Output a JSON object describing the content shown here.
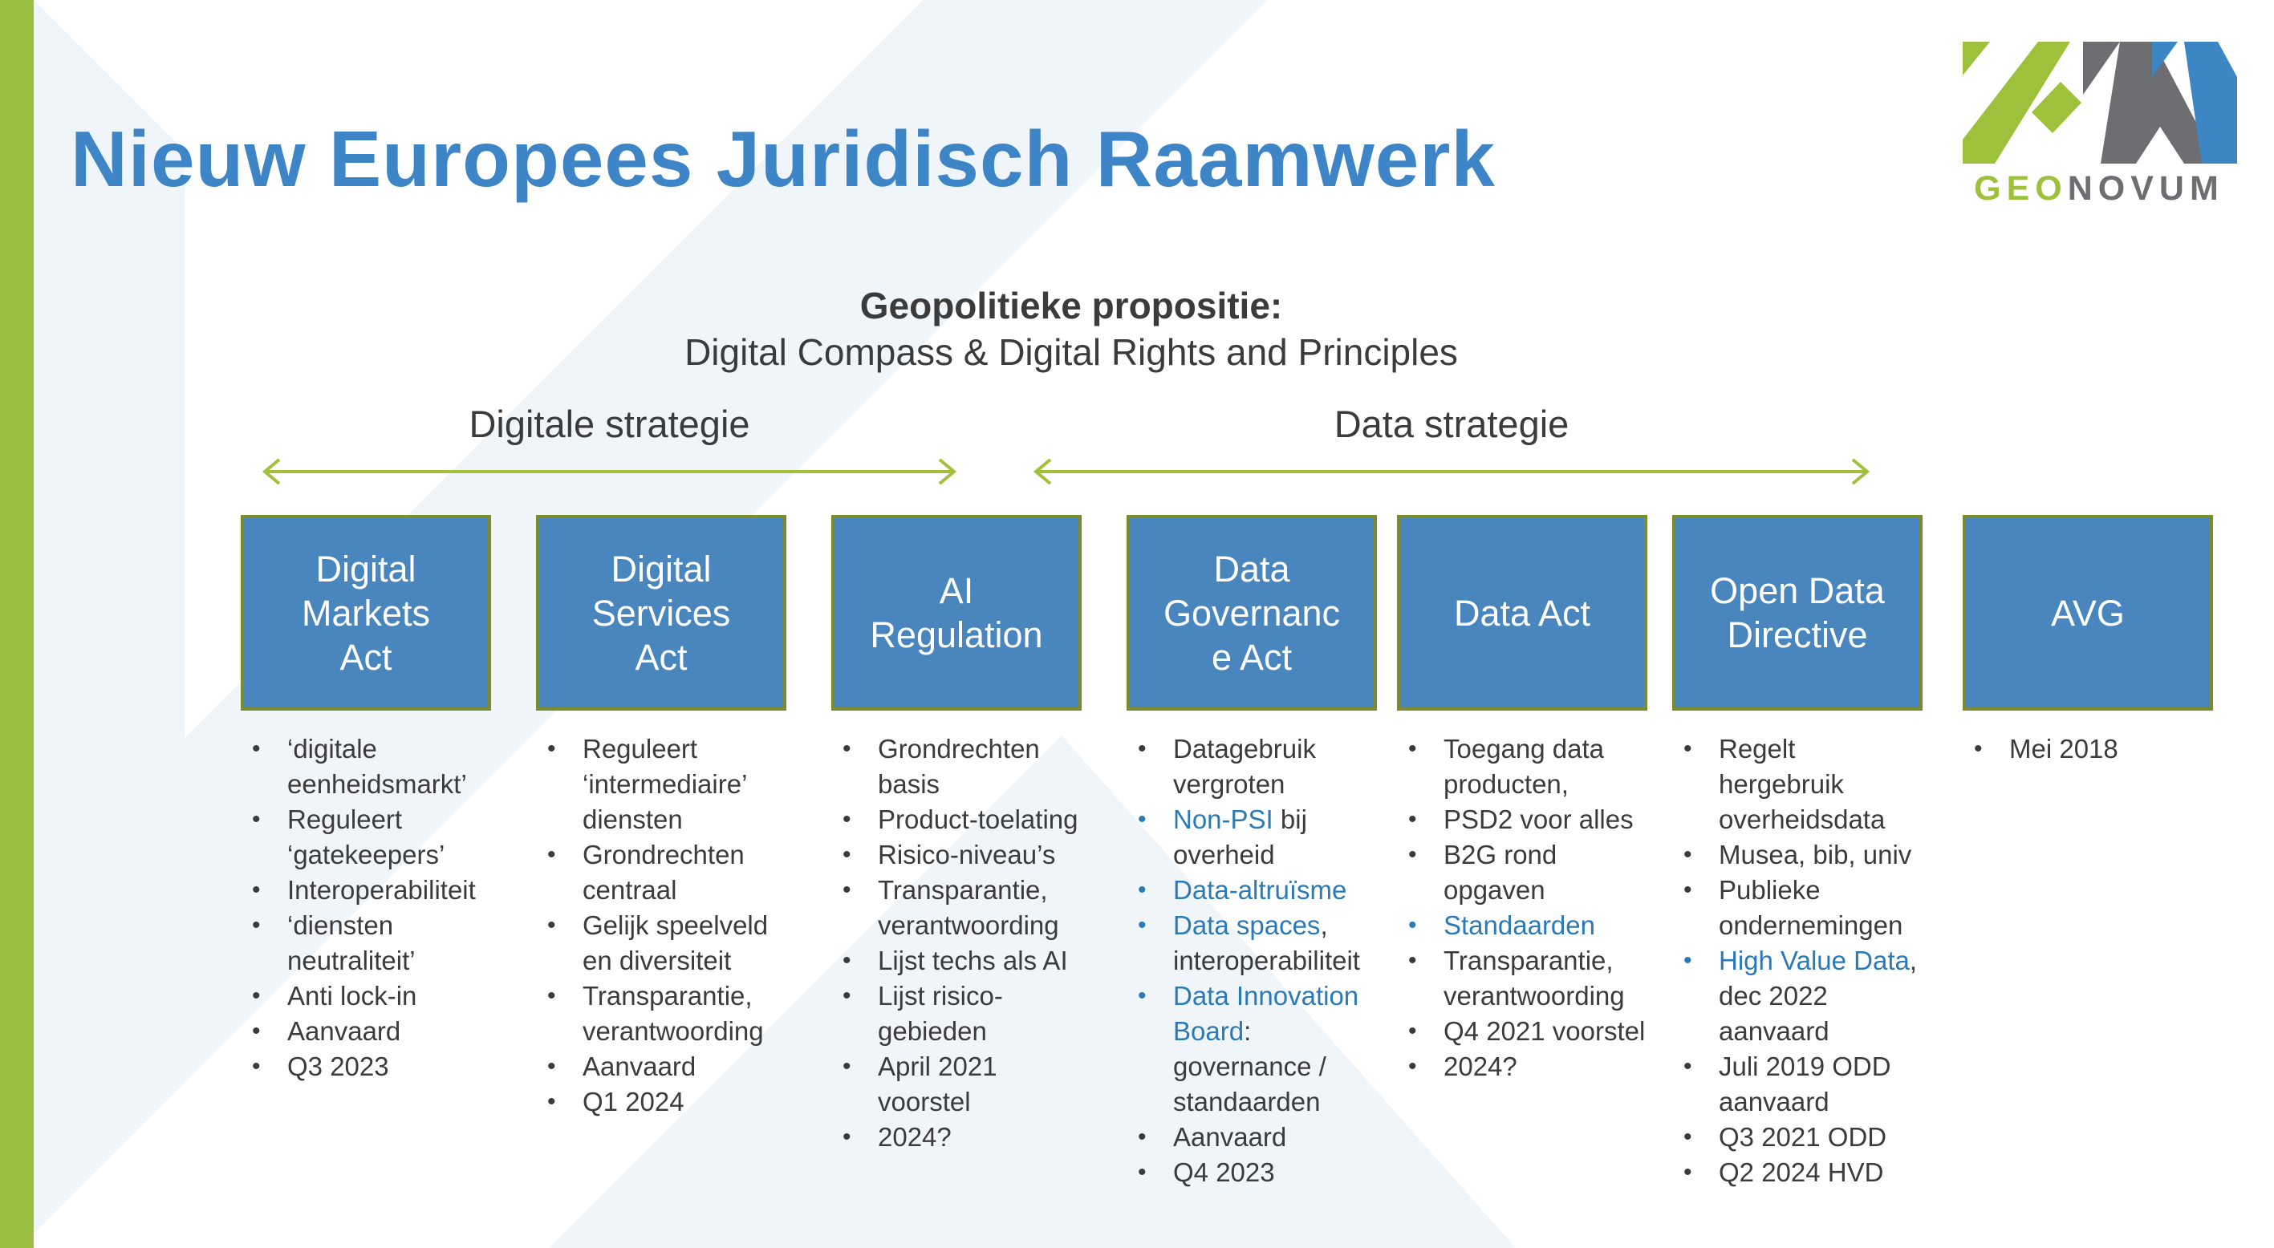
{
  "slide": {
    "title": "Nieuw Europees Juridisch Raamwerk",
    "subtitle_bold": "Geopolitieke propositie:",
    "subtitle": "Digital Compass & Digital Rights and Principles"
  },
  "logo": {
    "geo": "GEO",
    "novum": "NOVUM"
  },
  "strategies": [
    {
      "label": "Digitale strategie"
    },
    {
      "label": "Data strategie"
    }
  ],
  "colors": {
    "title_blue": "#3d85c6",
    "box_fill": "#4a86be",
    "box_border": "#7a8c2e",
    "arrow_green": "#a2c03c",
    "bar_green": "#9abf40",
    "logo_green": "#9dc13b",
    "logo_gray": "#6d6e71",
    "text_dark": "#3b3b3b",
    "text_blue": "#2b7ab8",
    "bg_shape": "#f0f5fa"
  },
  "columns": [
    {
      "id": "digital-markets-act",
      "header_lines": [
        "Digital",
        "Markets",
        "Act"
      ],
      "bullets": [
        {
          "marker": "dark",
          "segments": [
            {
              "style": "dark",
              "text": "‘digitale eenheidsmarkt’"
            }
          ]
        },
        {
          "marker": "dark",
          "segments": [
            {
              "style": "dark",
              "text": "Reguleert ‘gatekeepers’"
            }
          ]
        },
        {
          "marker": "dark",
          "segments": [
            {
              "style": "dark",
              "text": "Interoperabiliteit"
            }
          ]
        },
        {
          "marker": "dark",
          "segments": [
            {
              "style": "dark",
              "text": "‘diensten neutraliteit’"
            }
          ]
        },
        {
          "marker": "dark",
          "segments": [
            {
              "style": "dark",
              "text": "Anti lock-in"
            }
          ]
        },
        {
          "marker": "dark",
          "segments": [
            {
              "style": "dark",
              "text": "Aanvaard"
            }
          ]
        },
        {
          "marker": "dark",
          "segments": [
            {
              "style": "dark",
              "text": "Q3 2023"
            }
          ]
        }
      ]
    },
    {
      "id": "digital-services-act",
      "header_lines": [
        "Digital",
        "Services",
        "Act"
      ],
      "bullets": [
        {
          "marker": "dark",
          "segments": [
            {
              "style": "dark",
              "text": "Reguleert ‘intermediaire’ diensten"
            }
          ]
        },
        {
          "marker": "dark",
          "segments": [
            {
              "style": "dark",
              "text": "Grondrechten centraal"
            }
          ]
        },
        {
          "marker": "dark",
          "segments": [
            {
              "style": "dark",
              "text": "Gelijk speelveld en diversiteit"
            }
          ]
        },
        {
          "marker": "dark",
          "segments": [
            {
              "style": "dark",
              "text": "Transparantie, verantwoording"
            }
          ]
        },
        {
          "marker": "dark",
          "segments": [
            {
              "style": "dark",
              "text": "Aanvaard"
            }
          ]
        },
        {
          "marker": "dark",
          "segments": [
            {
              "style": "dark",
              "text": "Q1 2024"
            }
          ]
        }
      ]
    },
    {
      "id": "ai-regulation",
      "header_lines": [
        "AI",
        "Regulation"
      ],
      "bullets": [
        {
          "marker": "dark",
          "segments": [
            {
              "style": "dark",
              "text": "Grondrechten basis"
            }
          ]
        },
        {
          "marker": "dark",
          "segments": [
            {
              "style": "dark",
              "text": "Product-toelating"
            }
          ]
        },
        {
          "marker": "dark",
          "segments": [
            {
              "style": "dark",
              "text": "Risico-niveau’s"
            }
          ]
        },
        {
          "marker": "dark",
          "segments": [
            {
              "style": "dark",
              "text": "Transparantie, verantwoording"
            }
          ]
        },
        {
          "marker": "dark",
          "segments": [
            {
              "style": "dark",
              "text": "Lijst techs als AI"
            }
          ]
        },
        {
          "marker": "dark",
          "segments": [
            {
              "style": "dark",
              "text": "Lijst risico-gebieden"
            }
          ]
        },
        {
          "marker": "dark",
          "segments": [
            {
              "style": "dark",
              "text": "April 2021 voorstel"
            }
          ]
        },
        {
          "marker": "dark",
          "segments": [
            {
              "style": "dark",
              "text": "2024?"
            }
          ]
        }
      ]
    },
    {
      "id": "data-governance-act",
      "header_lines": [
        "Data",
        "Governanc",
        "e Act"
      ],
      "bullets": [
        {
          "marker": "dark",
          "segments": [
            {
              "style": "dark",
              "text": "Datagebruik vergroten"
            }
          ]
        },
        {
          "marker": "blue",
          "segments": [
            {
              "style": "blue",
              "text": "Non-PSI"
            },
            {
              "style": "dark",
              "text": " bij overheid"
            }
          ]
        },
        {
          "marker": "blue",
          "segments": [
            {
              "style": "blue",
              "text": "Data-altruïsme"
            }
          ]
        },
        {
          "marker": "blue",
          "segments": [
            {
              "style": "blue",
              "text": "Data spaces"
            },
            {
              "style": "dark",
              "text": ", interoperabiliteit"
            }
          ]
        },
        {
          "marker": "blue",
          "segments": [
            {
              "style": "blue",
              "text": "Data Innovation Board"
            },
            {
              "style": "dark",
              "text": ": governance / standaarden"
            }
          ]
        },
        {
          "marker": "dark",
          "segments": [
            {
              "style": "dark",
              "text": "Aanvaard"
            }
          ]
        },
        {
          "marker": "dark",
          "segments": [
            {
              "style": "dark",
              "text": "Q4 2023"
            }
          ]
        }
      ]
    },
    {
      "id": "data-act",
      "header_lines": [
        "Data Act"
      ],
      "bullets": [
        {
          "marker": "dark",
          "segments": [
            {
              "style": "dark",
              "text": "Toegang data producten,"
            }
          ]
        },
        {
          "marker": "dark",
          "segments": [
            {
              "style": "dark",
              "text": "PSD2 voor alles"
            }
          ]
        },
        {
          "marker": "dark",
          "segments": [
            {
              "style": "dark",
              "text": "B2G rond opgaven"
            }
          ]
        },
        {
          "marker": "blue",
          "segments": [
            {
              "style": "blue",
              "text": "Standaarden"
            }
          ]
        },
        {
          "marker": "dark",
          "segments": [
            {
              "style": "dark",
              "text": "Transparantie, verantwoording"
            }
          ]
        },
        {
          "marker": "dark",
          "segments": [
            {
              "style": "dark",
              "text": "Q4 2021 voorstel"
            }
          ]
        },
        {
          "marker": "dark",
          "segments": [
            {
              "style": "dark",
              "text": "2024?"
            }
          ]
        }
      ]
    },
    {
      "id": "open-data-directive",
      "header_lines": [
        "Open Data",
        "Directive"
      ],
      "bullets": [
        {
          "marker": "dark",
          "segments": [
            {
              "style": "dark",
              "text": "Regelt hergebruik overheidsdata"
            }
          ]
        },
        {
          "marker": "dark",
          "segments": [
            {
              "style": "dark",
              "text": "Musea, bib, univ"
            }
          ]
        },
        {
          "marker": "dark",
          "segments": [
            {
              "style": "dark",
              "text": "Publieke ondernemingen"
            }
          ]
        },
        {
          "marker": "blue",
          "segments": [
            {
              "style": "blue",
              "text": "High Value Data"
            },
            {
              "style": "dark",
              "text": ", dec 2022 aanvaard"
            }
          ]
        },
        {
          "marker": "dark",
          "segments": [
            {
              "style": "dark",
              "text": "Juli 2019 ODD aanvaard"
            }
          ]
        },
        {
          "marker": "dark",
          "segments": [
            {
              "style": "dark",
              "text": "Q3 2021 ODD"
            }
          ]
        },
        {
          "marker": "dark",
          "segments": [
            {
              "style": "dark",
              "text": "Q2 2024 HVD"
            }
          ]
        }
      ]
    },
    {
      "id": "avg",
      "header_lines": [
        "AVG"
      ],
      "bullets": [
        {
          "marker": "dark",
          "segments": [
            {
              "style": "dark",
              "text": "Mei 2018"
            }
          ]
        }
      ]
    }
  ]
}
